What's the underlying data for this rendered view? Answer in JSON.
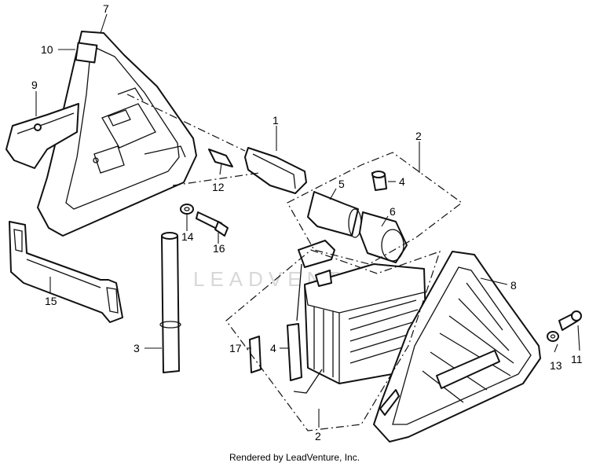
{
  "watermark": "LEADVENTURE",
  "footer": "Rendered by LeadVenture, Inc.",
  "callouts": {
    "c1": "1",
    "c2_top": "2",
    "c2_bottom": "2",
    "c3": "3",
    "c4_top": "4",
    "c4_left": "4",
    "c5": "5",
    "c6": "6",
    "c7": "7",
    "c8": "8",
    "c9": "9",
    "c10": "10",
    "c11": "11",
    "c12": "12",
    "c13": "13",
    "c14": "14",
    "c15": "15",
    "c16": "16",
    "c17": "17"
  }
}
